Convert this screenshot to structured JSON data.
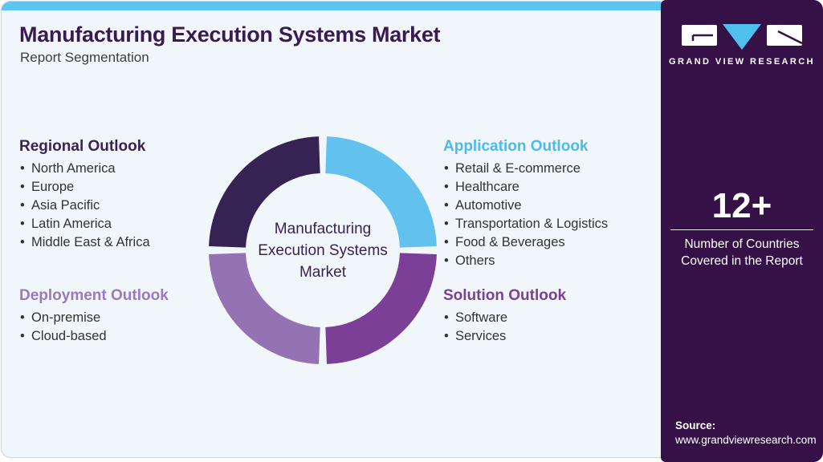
{
  "header": {
    "title": "Manufacturing Execution Systems Market",
    "subtitle": "Report Segmentation"
  },
  "sections": {
    "regional": {
      "title": "Regional Outlook",
      "items": [
        "North America",
        "Europe",
        "Asia Pacific",
        "Latin America",
        "Middle East & Africa"
      ]
    },
    "application": {
      "title": "Application Outlook",
      "items": [
        "Retail & E-commerce",
        "Healthcare",
        "Automotive",
        "Transportation & Logistics",
        "Food & Beverages",
        "Others"
      ]
    },
    "deployment": {
      "title": "Deployment Outlook",
      "items": [
        "On-premise",
        "Cloud-based"
      ]
    },
    "solution": {
      "title": "Solution Outlook",
      "items": [
        "Software",
        "Services"
      ]
    }
  },
  "chart_data": {
    "type": "pie",
    "donut": true,
    "center_label": "Manufacturing Execution Systems Market",
    "segments": [
      {
        "label": "Regional Outlook",
        "value": 25,
        "color": "#372254",
        "position": "top-left"
      },
      {
        "label": "Application Outlook",
        "value": 25,
        "color": "#62c2ed",
        "position": "top-right"
      },
      {
        "label": "Solution Outlook",
        "value": 25,
        "color": "#7c3f98",
        "position": "bottom-right"
      },
      {
        "label": "Deployment Outlook",
        "value": 25,
        "color": "#9572b4",
        "position": "bottom-left"
      }
    ]
  },
  "sidebar": {
    "logo_text": "GRAND VIEW RESEARCH",
    "stat_value": "12+",
    "stat_caption": "Number of Countries Covered in the Report",
    "source_label": "Source:",
    "source_url": "www.grandviewresearch.com"
  },
  "colors": {
    "topbar_cyan": "#5bc6f1",
    "card_bg": "#f1f6fb",
    "card_border": "#c9d2d9",
    "title_purple": "#3a1a52",
    "sidebar_bg": "#351148",
    "header_regional": "#3a2254",
    "header_application": "#4cbaee",
    "header_deployment": "#9b79bd",
    "header_solution": "#7c3f98"
  }
}
